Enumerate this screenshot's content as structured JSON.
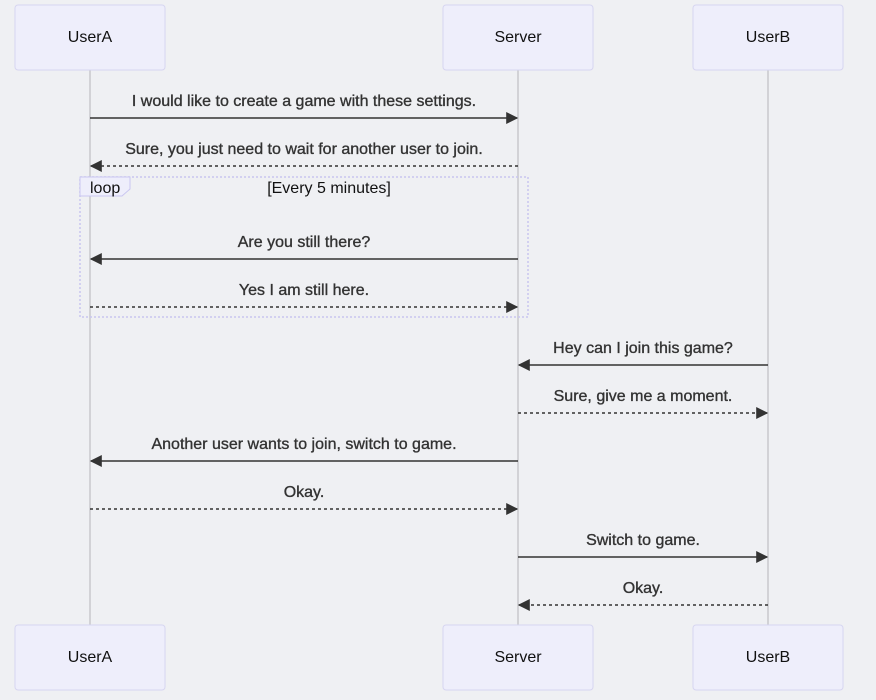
{
  "participants": [
    {
      "id": "A",
      "name": "UserA"
    },
    {
      "id": "S",
      "name": "Server"
    },
    {
      "id": "B",
      "name": "UserB"
    }
  ],
  "messages": [
    {
      "from": "A",
      "to": "S",
      "text": "I would like to create a game with these settings.",
      "style": "solid"
    },
    {
      "from": "S",
      "to": "A",
      "text": "Sure, you just need to wait for another user to join.",
      "style": "dashed"
    },
    {
      "from": "S",
      "to": "A",
      "text": "Are you still there?",
      "style": "solid"
    },
    {
      "from": "A",
      "to": "S",
      "text": "Yes I am still here.",
      "style": "dashed"
    },
    {
      "from": "B",
      "to": "S",
      "text": "Hey can I join this game?",
      "style": "solid"
    },
    {
      "from": "S",
      "to": "B",
      "text": "Sure, give me a moment.",
      "style": "dashed"
    },
    {
      "from": "S",
      "to": "A",
      "text": "Another user wants to join, switch to game.",
      "style": "solid"
    },
    {
      "from": "A",
      "to": "S",
      "text": "Okay.",
      "style": "dashed"
    },
    {
      "from": "S",
      "to": "B",
      "text": "Switch to game.",
      "style": "solid"
    },
    {
      "from": "B",
      "to": "S",
      "text": "Okay.",
      "style": "dashed"
    }
  ],
  "loop": {
    "keyword": "loop",
    "condition": "[Every 5 minutes]",
    "first_message": 2,
    "last_message": 3
  }
}
